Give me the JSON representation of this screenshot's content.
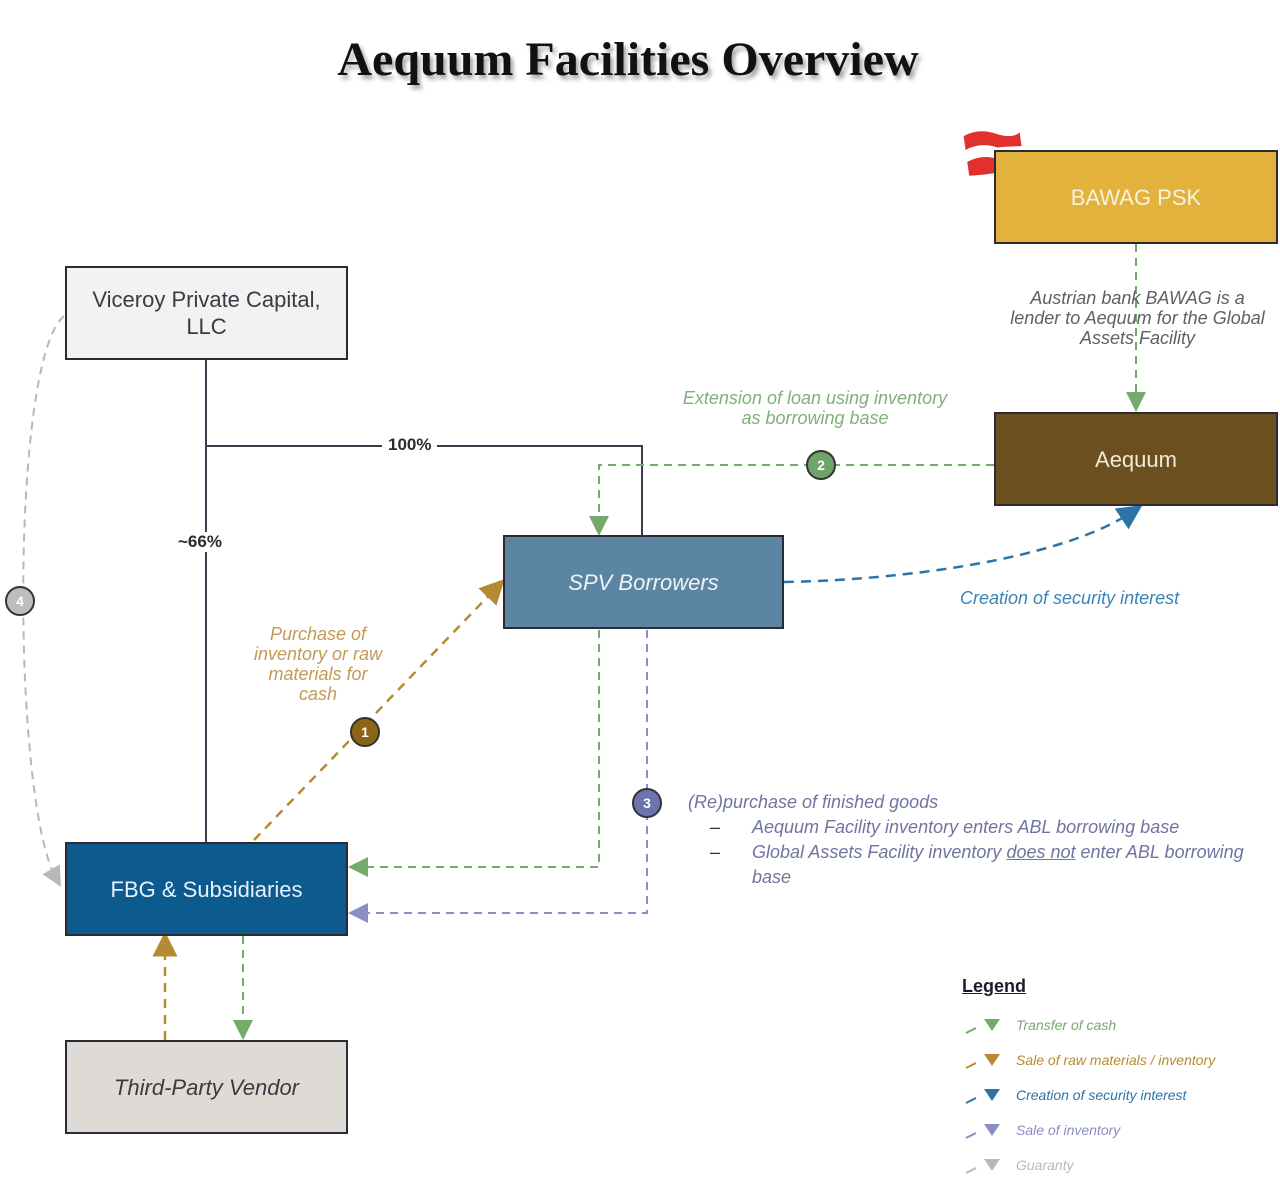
{
  "title": "Aequum Facilities Overview",
  "colors": {
    "cash": "#76a96c",
    "raw_materials": "#b58a33",
    "security_interest": "#2a74a8",
    "sale_of_inventory": "#8b8ec4",
    "guaranty": "#b8b8b8",
    "ownership_line": "#3a3b4d"
  },
  "entities": {
    "bawag": {
      "label": "BAWAG PSK",
      "fill": "#e3b23c",
      "text_color": "#f7f1df",
      "icon": "austria-flag-icon"
    },
    "aequum": {
      "label": "Aequum",
      "fill": "#6b4f1f",
      "text_color": "#f2ead8"
    },
    "viceroy": {
      "label": "Viceroy Private Capital, LLC",
      "fill": "#f2f2f2",
      "text_color": "#3a3a44"
    },
    "spv": {
      "label": "SPV Borrowers",
      "fill": "#5c85a3",
      "text_color": "#eef3f8"
    },
    "fbg": {
      "label": "FBG & Subsidiaries",
      "fill": "#0c5a8e",
      "text_color": "#e6f1fb"
    },
    "vendor": {
      "label": "Third-Party Vendor",
      "fill": "#dedbd7",
      "text_color": "#3a3a44"
    }
  },
  "ownership": {
    "viceroy_to_spv": "100%",
    "viceroy_to_fbg": "~66%"
  },
  "annotations": {
    "bawag_note": "Austrian bank BAWAG is a lender to Aequum for the Global Assets Facility",
    "loan_extension": "Extension of loan using inventory as borrowing base",
    "security_interest": "Creation of security interest",
    "purchase": "Purchase of inventory or raw materials for cash"
  },
  "steps": [
    {
      "number": "1",
      "color": "#8b6414"
    },
    {
      "number": "2",
      "color": "#6ea36a"
    },
    {
      "number": "3",
      "color": "#6b73b0"
    },
    {
      "number": "4",
      "color": "#bdbdbd"
    }
  ],
  "repurchase_note": {
    "heading": "(Re)purchase of finished goods",
    "bullets": [
      {
        "before": "Aequum Facility inventory enters ABL borrowing base",
        "underline": "",
        "after": ""
      },
      {
        "before": "Global Assets Facility inventory ",
        "underline": "does not",
        "after": " enter ABL borrowing base"
      }
    ]
  },
  "legend": {
    "title": "Legend",
    "items": [
      {
        "label": "Transfer of cash",
        "color": "#76a96c"
      },
      {
        "label": "Sale of raw materials / inventory",
        "color": "#b58a33"
      },
      {
        "label": "Creation of security interest",
        "color": "#2a74a8"
      },
      {
        "label": "Sale of inventory",
        "color": "#8b8ec4"
      },
      {
        "label": "Guaranty",
        "color": "#b8b8b8"
      }
    ]
  }
}
